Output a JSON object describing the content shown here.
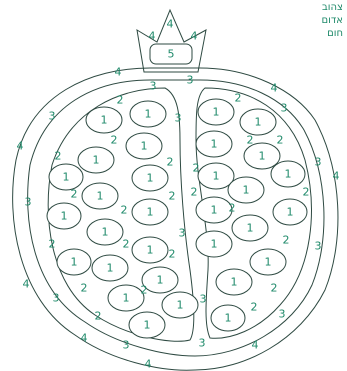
{
  "legend": [
    "צהוב",
    "אדום",
    "חום"
  ],
  "colors": {
    "line": "#2e4a42",
    "number": "#1f8a6a"
  },
  "crown_labels": [
    "4",
    "4",
    "4"
  ],
  "crown_center": "5",
  "seed_number": "1",
  "labels": {
    "rind": "4",
    "pith": "3",
    "membrane": "2"
  }
}
